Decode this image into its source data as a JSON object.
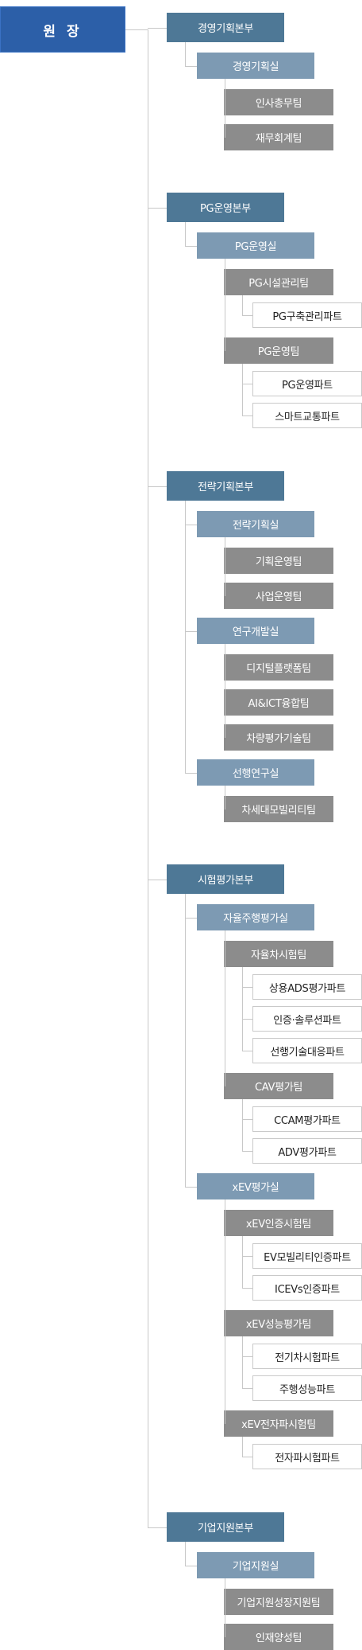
{
  "director": "원 장",
  "divisions": [
    {
      "label": "경영기획본부",
      "offices": [
        {
          "label": "경영기획실",
          "teams": [
            {
              "label": "인사총무팀",
              "parts": []
            },
            {
              "label": "재무회계팀",
              "parts": []
            }
          ]
        }
      ]
    },
    {
      "label": "PG운영본부",
      "offices": [
        {
          "label": "PG운영실",
          "teams": [
            {
              "label": "PG시설관리팀",
              "parts": [
                "PG구축관리파트"
              ]
            },
            {
              "label": "PG운영팀",
              "parts": [
                "PG운영파트",
                "스마트교통파트"
              ]
            }
          ]
        }
      ]
    },
    {
      "label": "전략기획본부",
      "offices": [
        {
          "label": "전략기획실",
          "teams": [
            {
              "label": "기획운영팀",
              "parts": []
            },
            {
              "label": "사업운영팀",
              "parts": []
            }
          ]
        },
        {
          "label": "연구개발실",
          "teams": [
            {
              "label": "디지털플랫폼팀",
              "parts": []
            },
            {
              "label": "AI&ICT융합팀",
              "parts": []
            },
            {
              "label": "차량평가기술팀",
              "parts": []
            }
          ]
        },
        {
          "label": "선행연구실",
          "teams": [
            {
              "label": "차세대모빌리티팀",
              "parts": []
            }
          ]
        }
      ]
    },
    {
      "label": "시험평가본부",
      "offices": [
        {
          "label": "자율주행평가실",
          "teams": [
            {
              "label": "자율차시험팀",
              "parts": [
                "상용ADS평가파트",
                "인증·솔루션파트",
                "선행기술대응파트"
              ]
            },
            {
              "label": "CAV평가팀",
              "parts": [
                "CCAM평가파트",
                "ADV평가파트"
              ]
            }
          ]
        },
        {
          "label": "xEV평가실",
          "teams": [
            {
              "label": "xEV인증시험팀",
              "parts": [
                "EV모빌리티인증파트",
                "ICEVs인증파트"
              ]
            },
            {
              "label": "xEV성능평가팀",
              "parts": [
                "전기차시험파트",
                "주행성능파트"
              ]
            },
            {
              "label": "xEV전자파시험팀",
              "parts": [
                "전자파시험파트"
              ]
            }
          ]
        }
      ]
    },
    {
      "label": "기업지원본부",
      "offices": [
        {
          "label": "기업지원실",
          "teams": [
            {
              "label": "기업지원성장지원팀",
              "parts": []
            },
            {
              "label": "인재양성팀",
              "parts": []
            }
          ]
        }
      ]
    }
  ]
}
